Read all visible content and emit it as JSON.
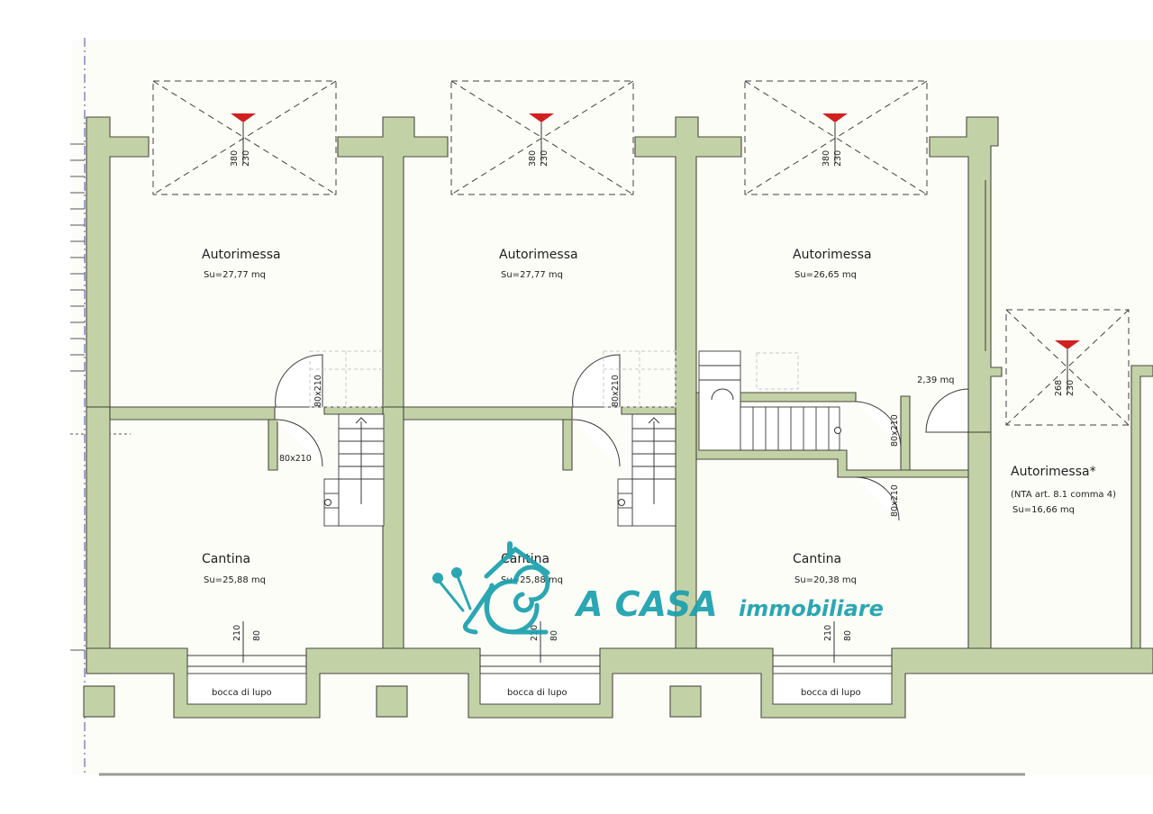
{
  "rooms": {
    "garage_1": {
      "name": "Autorimessa",
      "area": "Su=27,77 mq"
    },
    "garage_2": {
      "name": "Autorimessa",
      "area": "Su=27,77 mq"
    },
    "garage_3": {
      "name": "Autorimessa",
      "area": "Su=26,65 mq"
    },
    "garage_4": {
      "name": "Autorimessa*",
      "note": "(NTA art. 8.1 comma 4)",
      "area": "Su=16,66 mq"
    },
    "cellar_1": {
      "name": "Cantina",
      "area": "Su=25,88 mq"
    },
    "cellar_2": {
      "name": "Cantina",
      "area": "Su=25,88 mq"
    },
    "cellar_3": {
      "name": "Cantina",
      "area": "Su=20,38 mq"
    },
    "closet": {
      "area": "2,39 mq"
    }
  },
  "openings": {
    "garage_door_w": "380",
    "garage_door_h": "230",
    "garage_door_small_w": "268",
    "garage_door_small_h": "230",
    "door_80x210": "80x210",
    "window_w": "210",
    "window_h": "80",
    "bocca_di_lupo": "bocca di lupo"
  },
  "logo": {
    "brand": "A CASA",
    "suffix": "immobiliare"
  },
  "colors": {
    "wall_fill": "#c3d2a6",
    "marker_red": "#d22020",
    "logo_teal": "#1aa0ae"
  }
}
